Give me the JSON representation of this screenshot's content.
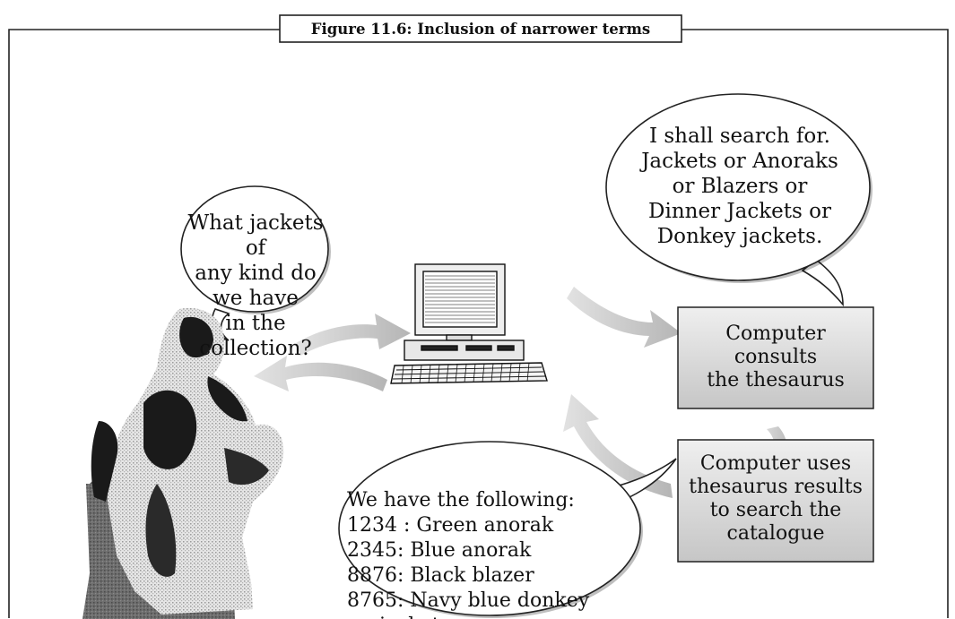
{
  "figure_caption": "Figure 11.6: Inclusion of narrower terms",
  "user_bubble": {
    "lines": [
      "What jackets of",
      "any kind do we have",
      "in the collection?"
    ]
  },
  "computer_bubble": {
    "lines": [
      "I shall search for.",
      "Jackets or Anoraks",
      "or Blazers or",
      "Dinner Jackets or",
      "Donkey jackets."
    ]
  },
  "box_consults": {
    "lines": [
      "Computer",
      "consults",
      "the thesaurus"
    ]
  },
  "box_uses": {
    "lines": [
      "Computer uses",
      "thesaurus results",
      "to search the",
      "catalogue"
    ]
  },
  "reply_bubble": {
    "lines": [
      "We have the following:",
      "1234 : Green anorak",
      "2345: Blue anorak",
      "8876: Black blazer",
      "8765: Navy blue donkey",
      "jacket"
    ]
  },
  "colors": {
    "box_fill_top": "#ececec",
    "box_fill_bottom": "#c8c8c8",
    "arrow_fill": "#c0c0c0",
    "statue_pedestal": "#7a7a7a",
    "statue_dark": "#1a1a1a",
    "statue_light": "#d8d8d8"
  },
  "icons": [
    "thinker-statue-icon",
    "desktop-computer-icon"
  ]
}
